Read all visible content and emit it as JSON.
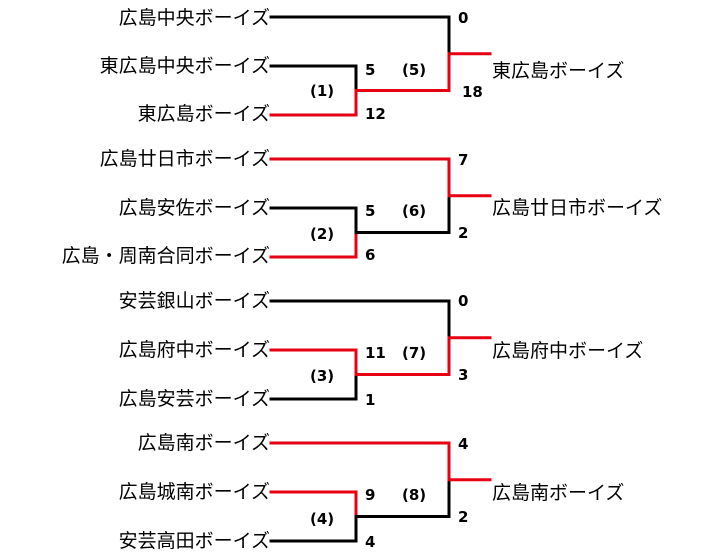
{
  "colors": {
    "winner_line": "#e60012",
    "loser_line": "#000000"
  },
  "matches": [
    {
      "no": "(1)",
      "top": {
        "team": "東広島中央ボーイズ",
        "score": "5"
      },
      "bottom": {
        "team": "東広島ボーイズ",
        "score": "12"
      },
      "winner": "bottom"
    },
    {
      "no": "(2)",
      "top": {
        "team": "広島安佐ボーイズ",
        "score": "5"
      },
      "bottom": {
        "team": "広島・周南合同ボーイズ",
        "score": "6"
      },
      "winner": "bottom"
    },
    {
      "no": "(3)",
      "top": {
        "team": "広島府中ボーイズ",
        "score": "11"
      },
      "bottom": {
        "team": "広島安芸ボーイズ",
        "score": "1"
      },
      "winner": "top"
    },
    {
      "no": "(4)",
      "top": {
        "team": "広島城南ボーイズ",
        "score": "9"
      },
      "bottom": {
        "team": "安芸高田ボーイズ",
        "score": "4"
      },
      "winner": "top"
    }
  ],
  "finals": [
    {
      "no": "(5)",
      "seed": {
        "team": "広島中央ボーイズ",
        "score": "0"
      },
      "semi_score": "18",
      "winner": "semi",
      "result": "東広島ボーイズ"
    },
    {
      "no": "(6)",
      "seed": {
        "team": "広島廿日市ボーイズ",
        "score": "7"
      },
      "semi_score": "2",
      "winner": "seed",
      "result": "広島廿日市ボーイズ"
    },
    {
      "no": "(7)",
      "seed": {
        "team": "安芸銀山ボーイズ",
        "score": "0"
      },
      "semi_score": "3",
      "winner": "semi",
      "result": "広島府中ボーイズ"
    },
    {
      "no": "(8)",
      "seed": {
        "team": "広島南ボーイズ",
        "score": "4"
      },
      "semi_score": "2",
      "winner": "seed",
      "result": "広島南ボーイズ"
    }
  ]
}
